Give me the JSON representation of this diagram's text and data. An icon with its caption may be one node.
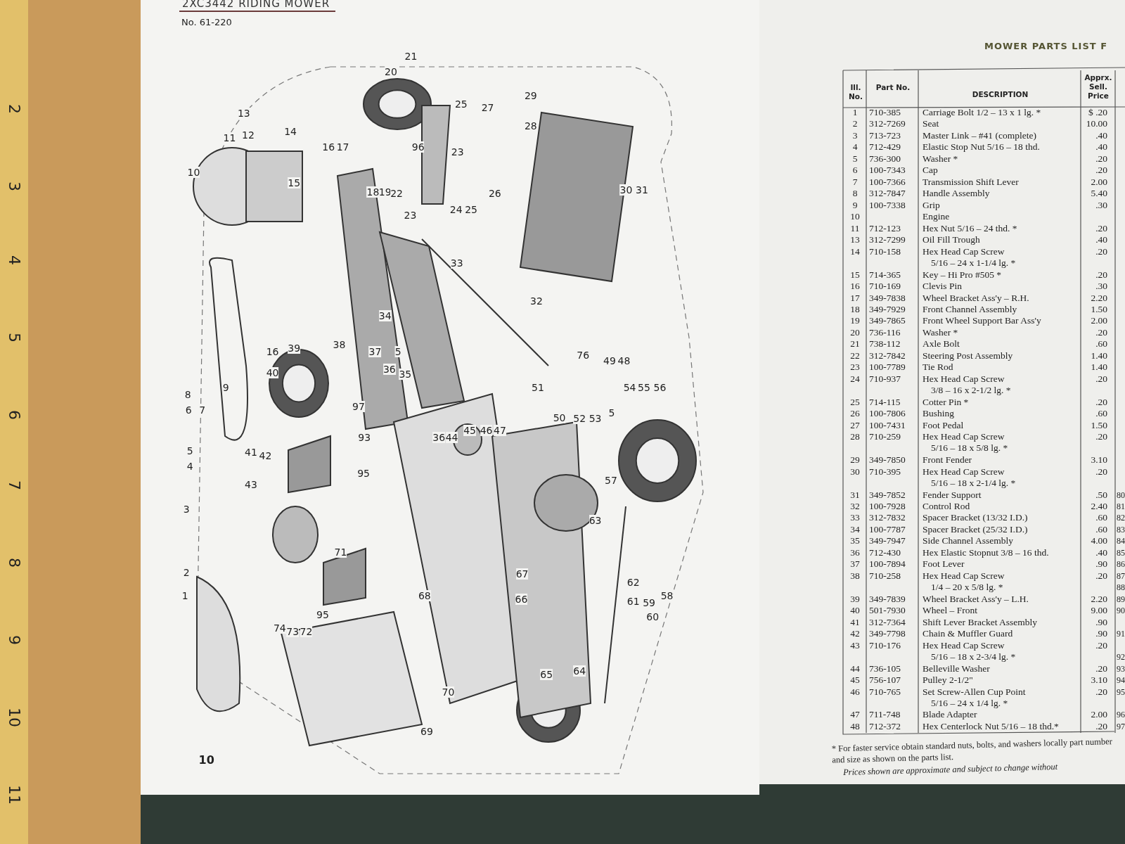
{
  "diagram": {
    "title": "2XC3442 RIDING MOWER",
    "labels": [
      "No. 61-220",
      "21",
      "20",
      "13",
      "11",
      "12",
      "14",
      "10",
      "16",
      "17",
      "25",
      "27",
      "29",
      "96",
      "23",
      "28",
      "15",
      "18",
      "19",
      "22",
      "23",
      "24",
      "25",
      "26",
      "30",
      "31",
      "33",
      "32",
      "34",
      "16",
      "39",
      "38",
      "37",
      "5",
      "40",
      "36",
      "35",
      "9",
      "8",
      "76",
      "49",
      "48",
      "51",
      "54",
      "55",
      "56",
      "50",
      "52",
      "53",
      "5",
      "97",
      "6",
      "7",
      "93",
      "36",
      "44",
      "45",
      "46",
      "47",
      "41",
      "42",
      "5",
      "4",
      "43",
      "95",
      "57",
      "3",
      "63",
      "71",
      "2",
      "1",
      "67",
      "68",
      "66",
      "62",
      "61",
      "59",
      "60",
      "58",
      "95",
      "74",
      "73",
      "72",
      "65",
      "64",
      "70",
      "69",
      "10",
      "MOWER PARTS LIST F",
      "Ill. No.",
      "Part No.",
      "DESCRIPTION",
      "Apprx. Sell. Price",
      "1",
      "710-385",
      "Carriage Bolt 1/2 – 13 x 1 lg. *",
      "$ .20",
      "2",
      "312-7269",
      "Seat",
      "10.00",
      "3",
      "713-723",
      "Master Link – #41 (complete)",
      ".40",
      "4",
      "712-429",
      "Elastic Stop Nut 5/16 – 18 thd.",
      ".40",
      "5",
      "736-300",
      "Washer *",
      ".20",
      "6",
      "100-7343",
      "Cap",
      ".20",
      "7",
      "100-7366",
      "Transmission Shift Lever",
      "2.00",
      "8",
      "312-7847",
      "Handle Assembly",
      "5.40",
      "9",
      "100-7338",
      "Grip",
      ".30",
      "10",
      "Engine",
      "11",
      "712-123",
      "Hex Nut 5/16 – 24 thd. *",
      ".20",
      "13",
      "312-7299",
      "Oil Fill Trough",
      ".40",
      "14",
      "710-158",
      "Hex Head Cap Screw 5/16 – 24 x 1-1/4 lg. *",
      ".20",
      "15",
      "714-365",
      "Key – Hi Pro #505 *",
      ".20",
      "16",
      "710-169",
      "Clevis Pin",
      ".30",
      "17",
      "349-7838",
      "Wheel Bracket Ass'y – R.H.",
      "2.20",
      "18",
      "349-7929",
      "Front Channel Assembly",
      "1.50",
      "19",
      "349-7865",
      "Front Wheel Support Bar Ass'y",
      "2.00",
      "20",
      "736-116",
      "Washer *",
      ".20",
      "21",
      "738-112",
      "Axle Bolt",
      ".60",
      "22",
      "312-7842",
      "Steering Post Assembly",
      "1.40",
      "23",
      "100-7789",
      "Tie Rod",
      "1.40",
      "24",
      "710-937",
      "Hex Head Cap Screw 3/8 – 16 x 2-1/2 lg. *",
      ".20",
      "25",
      "714-115",
      "Cotter Pin *",
      ".20",
      "26",
      "100-7806",
      "Bushing",
      ".60",
      "27",
      "100-7431",
      "Foot Pedal",
      "1.50",
      "28",
      "710-259",
      "Hex Head Cap Screw 5/16 – 18 x 5/8 lg. *",
      ".20",
      "29",
      "349-7850",
      "Front Fender",
      "3.10",
      "30",
      "710-395",
      "Hex Head Cap Screw 5/16 – 18 x 2-1/4 lg. *",
      ".20",
      "31",
      "349-7852",
      "Fender Support",
      ".50",
      "32",
      "100-7928",
      "Control Rod",
      "2.40",
      "33",
      "312-7832",
      "Spacer Bracket (13/32 I.D.)",
      ".60",
      "34",
      "100-7787",
      "Spacer Bracket (25/32 I.D.)",
      ".60",
      "35",
      "349-7947",
      "Side Channel Assembly",
      "4.00",
      "36",
      "712-430",
      "Hex Elastic Stopnut 3/8 – 16 thd.",
      ".40",
      "37",
      "100-7894",
      "Foot Lever",
      ".90",
      "38",
      "710-258",
      "Hex Head Cap Screw 1/4 – 20 x 5/8 lg. *",
      ".20",
      "39",
      "349-7839",
      "Wheel Bracket Ass'y – L.H.",
      "2.20",
      "40",
      "501-7930",
      "Wheel – Front",
      "9.00",
      "41",
      "312-7364",
      "Shift Lever Bracket Assembly",
      ".90",
      "42",
      "349-7798",
      "Chain & Muffler Guard",
      ".90",
      "43",
      "710-176",
      "Hex Head Cap Screw 5/16 – 18 x 2-3/4 lg. *",
      ".20",
      "44",
      "736-105",
      "Belleville Washer",
      ".20",
      "45",
      "756-107",
      "Pulley 2-1/2\"",
      "3.10",
      "46",
      "710-765",
      "Set Screw-Allen Cup Point 5/16 – 24 x 1/4 lg. *",
      ".20",
      "47",
      "711-748",
      "Blade Adapter",
      "2.00",
      "48",
      "712-372",
      "Hex Centerlock Nut 5/16 – 18 thd.*",
      ".20",
      "80",
      "81",
      "82",
      "83",
      "84",
      "85",
      "86",
      "87",
      "88",
      "89",
      "90",
      "91",
      "92",
      "93",
      "94",
      "95",
      "96",
      "97",
      "* For faster service obtain standard nuts, bolts, and washers locally part number and size as shown on the parts list.",
      "Prices shown are approximate and subject to change without",
      "2",
      "3",
      "4",
      "5",
      "6",
      "7",
      "8",
      "9",
      "10",
      "11"
    ]
  }
}
